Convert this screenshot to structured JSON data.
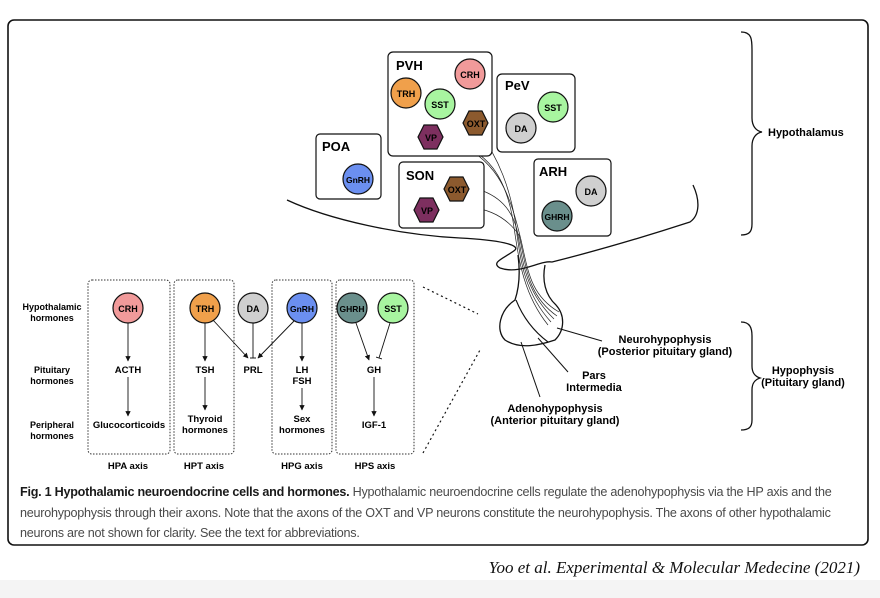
{
  "figure": {
    "regions_label_hypothalamus": "Hypothalamus",
    "regions_label_hypophysis": [
      "Hypophysis",
      "(Pituitary gland)"
    ],
    "nuclei": [
      {
        "name": "PVH",
        "cells": [
          {
            "label": "CRH",
            "shape": "circle",
            "color": "#f19a9a"
          },
          {
            "label": "TRH",
            "shape": "circle",
            "color": "#f0a04b"
          },
          {
            "label": "SST",
            "shape": "circle",
            "color": "#a8f5a0"
          },
          {
            "label": "OXT",
            "shape": "hexagon",
            "color": "#8c5a2e"
          },
          {
            "label": "VP",
            "shape": "hexagon",
            "color": "#7d2f5f"
          }
        ]
      },
      {
        "name": "PeV",
        "cells": [
          {
            "label": "SST",
            "shape": "circle",
            "color": "#a8f5a0"
          },
          {
            "label": "DA",
            "shape": "circle",
            "color": "#cfcfcf"
          }
        ]
      },
      {
        "name": "POA",
        "cells": [
          {
            "label": "GnRH",
            "shape": "circle",
            "color": "#6b8ff0"
          }
        ]
      },
      {
        "name": "SON",
        "cells": [
          {
            "label": "OXT",
            "shape": "hexagon",
            "color": "#8c5a2e"
          },
          {
            "label": "VP",
            "shape": "hexagon",
            "color": "#7d2f5f"
          }
        ]
      },
      {
        "name": "ARH",
        "cells": [
          {
            "label": "DA",
            "shape": "circle",
            "color": "#cfcfcf"
          },
          {
            "label": "GHRH",
            "shape": "circle",
            "color": "#6a8f8c"
          }
        ]
      }
    ],
    "pituitary_labels": {
      "neuro": [
        "Neurohypophysis",
        "(Posterior pituitary gland)"
      ],
      "pars": [
        "Pars",
        "Intermedia"
      ],
      "adeno": [
        "Adenohypophysis",
        "(Anterior pituitary gland)"
      ]
    },
    "row_labels": {
      "hypothalamic": [
        "Hypothalamic",
        "hormones"
      ],
      "pituitary": [
        "Pituitary",
        "hormones"
      ],
      "peripheral": [
        "Peripheral",
        "hormones"
      ]
    },
    "axes": [
      {
        "name": "HPA axis",
        "hypothalamic": [
          {
            "label": "CRH",
            "color": "#f19a9a"
          }
        ],
        "pituitary": [
          "ACTH"
        ],
        "peripheral": [
          "Glucocorticoids"
        ]
      },
      {
        "name": "HPT axis",
        "hypothalamic": [
          {
            "label": "TRH",
            "color": "#f0a04b"
          }
        ],
        "pituitary": [
          "TSH"
        ],
        "peripheral": [
          "Thyroid",
          "hormones"
        ]
      },
      {
        "name": "HPG axis",
        "hypothalamic": [
          {
            "label": "GnRH",
            "color": "#6b8ff0"
          }
        ],
        "pituitary": [
          "LH",
          "FSH"
        ],
        "peripheral": [
          "Sex",
          "hormones"
        ]
      },
      {
        "name": "HPS axis",
        "hypothalamic": [
          {
            "label": "GHRH",
            "color": "#6a8f8c"
          },
          {
            "label": "SST",
            "color": "#a8f5a0"
          }
        ],
        "pituitary": [
          "GH"
        ],
        "peripheral": [
          "IGF-1"
        ]
      }
    ],
    "prolactin": {
      "regulator": {
        "label": "DA",
        "color": "#cfcfcf"
      },
      "hormone": "PRL"
    }
  },
  "caption": {
    "title": "Fig. 1 Hypothalamic neuroendocrine cells and hormones.",
    "body": " Hypothalamic neuroendocrine cells regulate the adenohypophysis via the HP axis and the neurohypophysis through their axons. Note that the axons of the OXT and VP neurons constitute the neurohypophysis. The axons of other hypothalamic neurons are not shown for clarity. See the text for abbreviations."
  },
  "credit": "Yoo et al. Experimental & Molecular Medecine (2021)"
}
